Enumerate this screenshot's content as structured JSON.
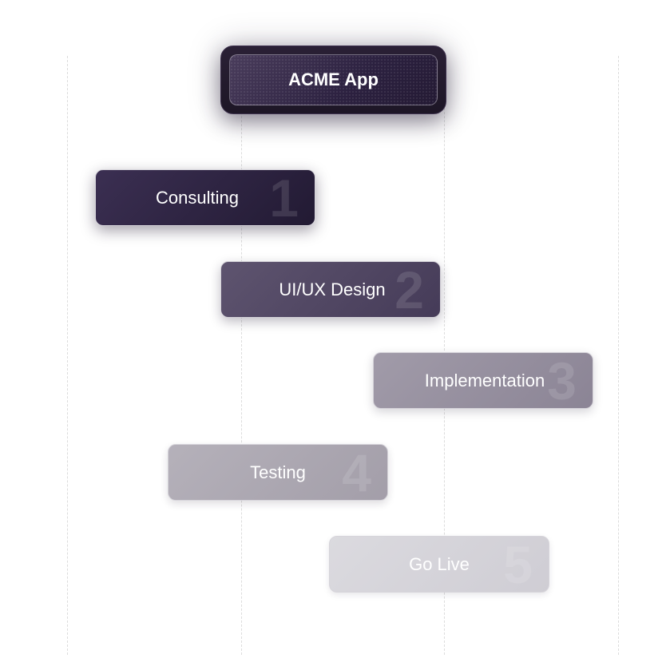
{
  "diagram": {
    "title": "ACME App",
    "steps": [
      {
        "label": "Consulting",
        "number": "1"
      },
      {
        "label": "UI/UX Design",
        "number": "2"
      },
      {
        "label": "Implementation",
        "number": "3"
      },
      {
        "label": "Testing",
        "number": "4"
      },
      {
        "label": "Go Live",
        "number": "5"
      }
    ]
  },
  "colors": {
    "title_bg": "#2c2140",
    "step1_bg": "#2d2340",
    "step2_bg": "#524866",
    "step3_bg": "#968f9f",
    "step4_bg": "#aca7b1",
    "step5_bg": "#d5d3d9"
  }
}
